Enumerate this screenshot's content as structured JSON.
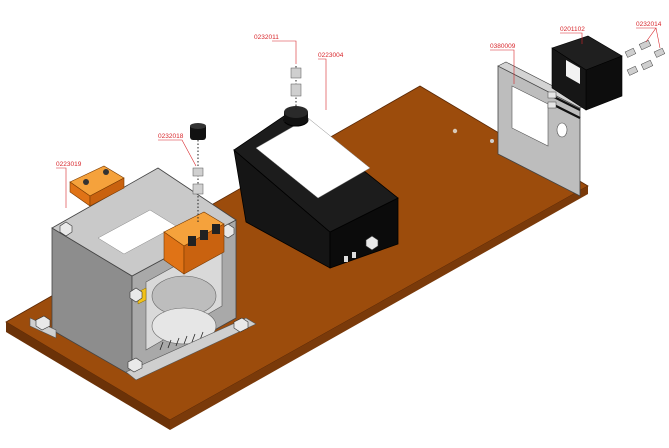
{
  "callouts": {
    "c0232011": "0232011",
    "c0223004": "0223004",
    "c0380009": "0380009",
    "c0201102": "0201102",
    "c0232014": "0232014",
    "c0232018": "0232018",
    "c0223019": "0223019"
  },
  "colors": {
    "board": "#9c4c0c",
    "board_edge": "#6b3208",
    "callout": "#d8262b",
    "terminal": "#f07a1c",
    "metal": "#b9b9b9",
    "housing": "#0d0d0d"
  },
  "parts": {
    "base_board": "wooden-base-board",
    "transformer": "transformer-icon",
    "filter_box": "black-housing-icon",
    "bracket": "mounting-bracket-icon",
    "iec_socket": "power-inlet-socket-icon",
    "fuse_holder": "fuse-holder-icon",
    "terminal_block": "terminal-block-icon"
  }
}
